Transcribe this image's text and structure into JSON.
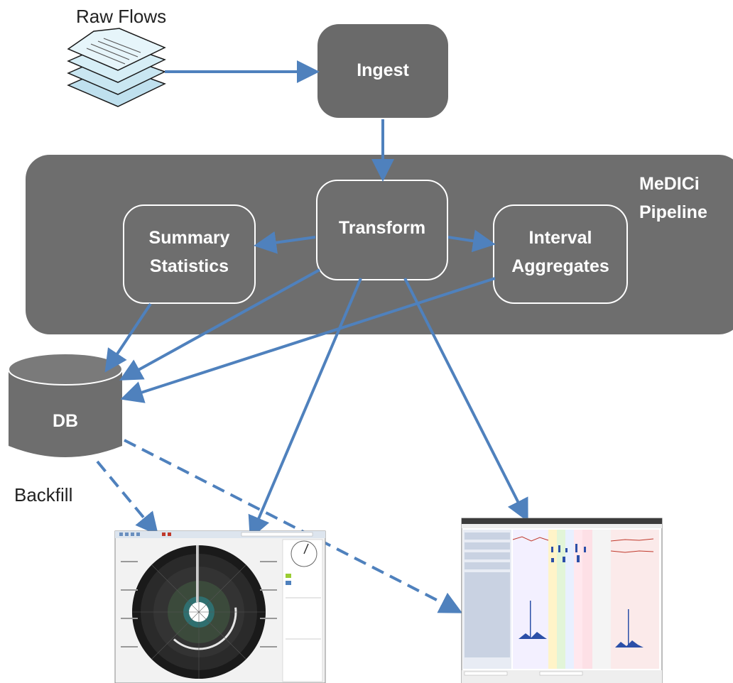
{
  "labels": {
    "raw_flows": "Raw Flows",
    "ingest": "Ingest",
    "pipeline_line1": "MeDICi",
    "pipeline_line2": "Pipeline",
    "transform": "Transform",
    "summary_line1": "Summary",
    "summary_line2": "Statistics",
    "interval_line1": "Interval",
    "interval_line2": "Aggregates",
    "db": "DB",
    "backfill": "Backfill"
  },
  "colors": {
    "box_fill": "#6e6e6e",
    "arrow": "#4f81bd",
    "doc_fill": "#cfe8f3",
    "doc_stroke": "#1a1a1a"
  }
}
